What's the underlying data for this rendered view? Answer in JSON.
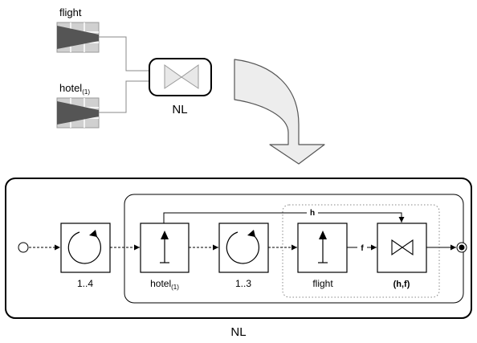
{
  "top": {
    "input_flight_label": "flight",
    "input_hotel_label": "hotel",
    "input_hotel_sub": "(1)",
    "join_caption": "NL"
  },
  "plan": {
    "loop_outer_label": "1..4",
    "scan_hotel_label": "hotel",
    "scan_hotel_sub": "(1)",
    "loop_inner_label": "1..3",
    "scan_flight_label": "flight",
    "join_label": "(h,f)",
    "edge_h_label": "h",
    "edge_f_label": "f",
    "caption": "NL"
  },
  "colors": {
    "table_fill": "#d0d0d0",
    "table_wedge": "#555555",
    "arrow_fill": "#ededed",
    "stroke": "#000000",
    "edge_gray": "#888888"
  }
}
